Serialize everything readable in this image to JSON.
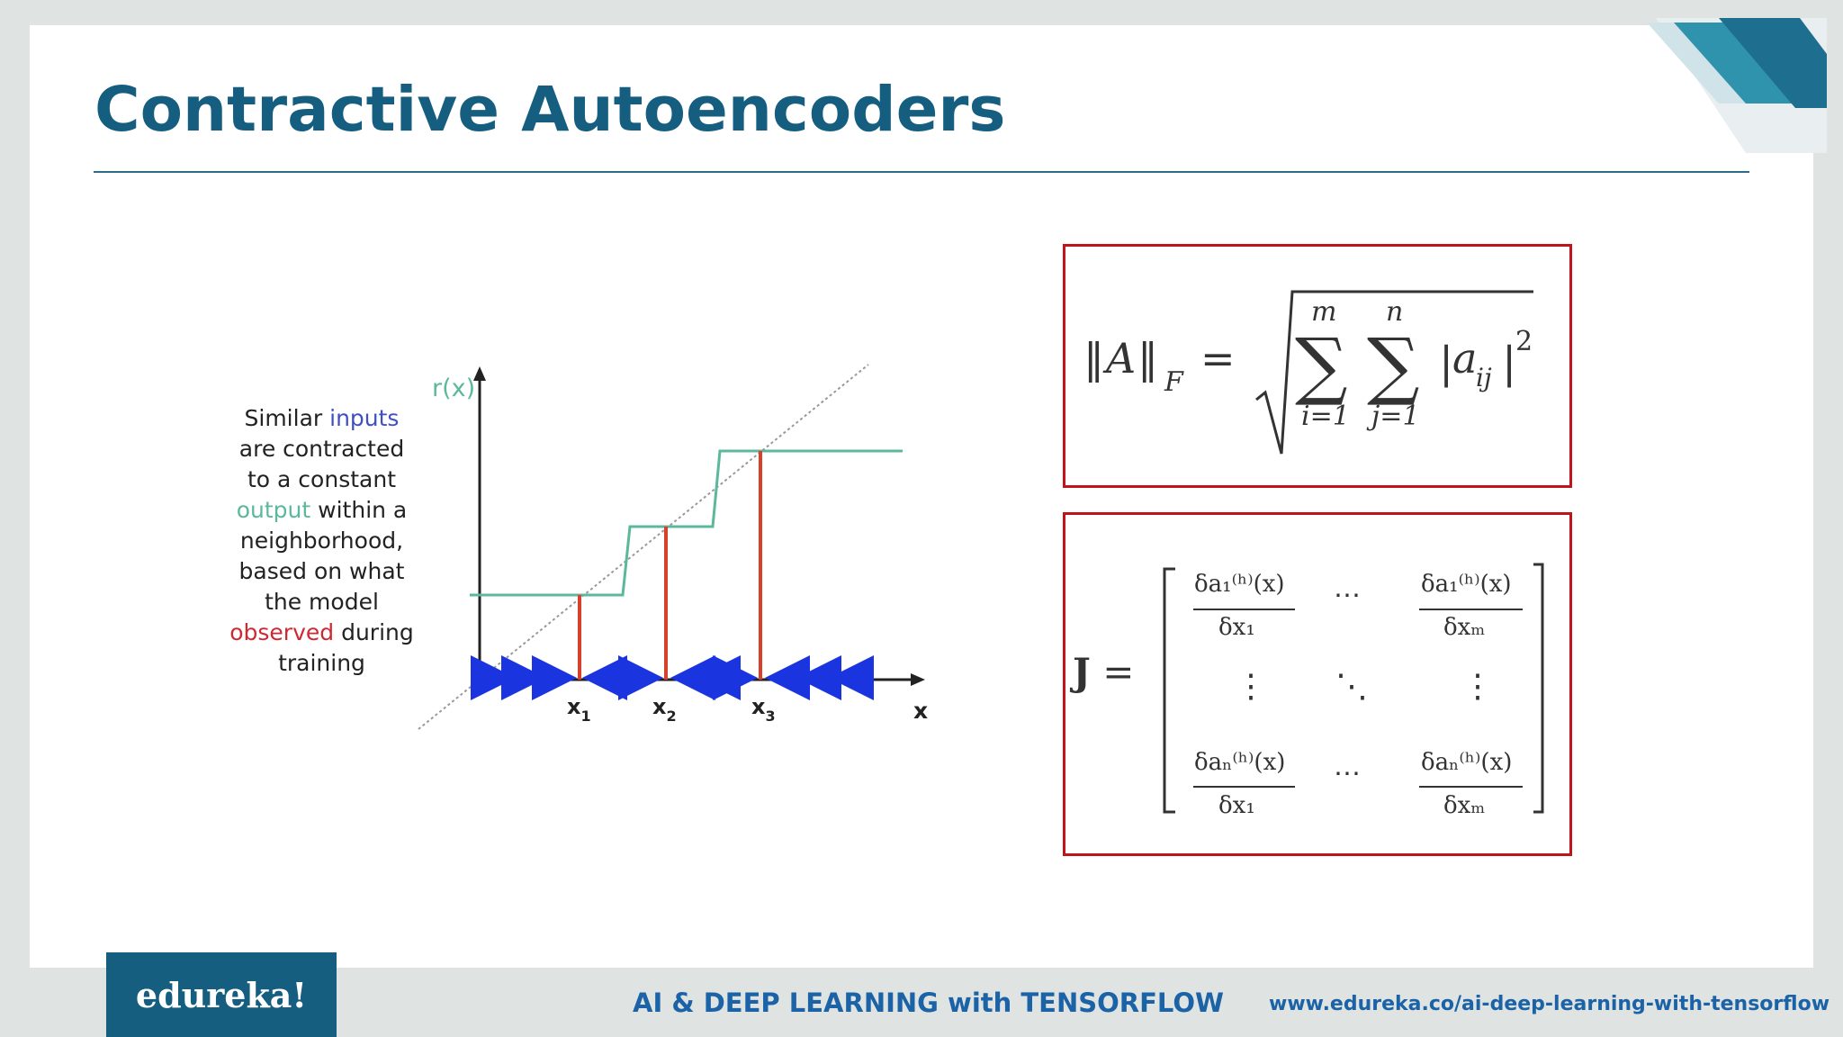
{
  "slide": {
    "title": "Contractive Autoencoders"
  },
  "caption": {
    "w1": "Similar ",
    "w2": "inputs",
    "w3": "are contracted",
    "w4": "to a constant",
    "w5": "output",
    "w6": " within a",
    "w7": "neighborhood,",
    "w8": "based on what",
    "w9": "the model",
    "w10": "observed",
    "w11": " during",
    "w12": "training",
    "colors": {
      "inputs": "#3f4fc4",
      "output": "#5cb89c",
      "observed": "#d02933"
    }
  },
  "graph": {
    "y_label": "r(x)",
    "x_label": "x",
    "points": [
      {
        "label": "x",
        "sub": "1"
      },
      {
        "label": "x",
        "sub": "2"
      },
      {
        "label": "x",
        "sub": "3"
      }
    ],
    "colors": {
      "step": "#5cb89c",
      "stem": "#d9402c",
      "arrow": "#1a35e0",
      "axis": "#222222",
      "diagonal": "#999999"
    }
  },
  "frobenius": {
    "lhs_A": "A",
    "lhs_sub": "F",
    "sum1_top": "m",
    "sum1_bot": "i=1",
    "sum2_top": "n",
    "sum2_bot": "j=1",
    "term": "a",
    "term_sub": "ij",
    "power": "2"
  },
  "jacobian": {
    "lhs": "J",
    "cells": {
      "num_11": "δa₁⁽ʰ⁾(x)",
      "den_11": "δx₁",
      "num_1m": "δa₁⁽ʰ⁾(x)",
      "den_1m": "δxₘ",
      "num_n1": "δaₙ⁽ʰ⁾(x)",
      "den_n1": "δx₁",
      "num_nm": "δaₙ⁽ʰ⁾(x)",
      "den_nm": "δxₘ"
    }
  },
  "footer": {
    "logo": "edureka!",
    "course": "AI & DEEP LEARNING with TENSORFLOW",
    "url": "www.edureka.co/ai-deep-learning-with-tensorflow"
  },
  "theme": {
    "title_color": "#155e80",
    "box_border": "#c0131b",
    "footer_text": "#1b63a6"
  }
}
